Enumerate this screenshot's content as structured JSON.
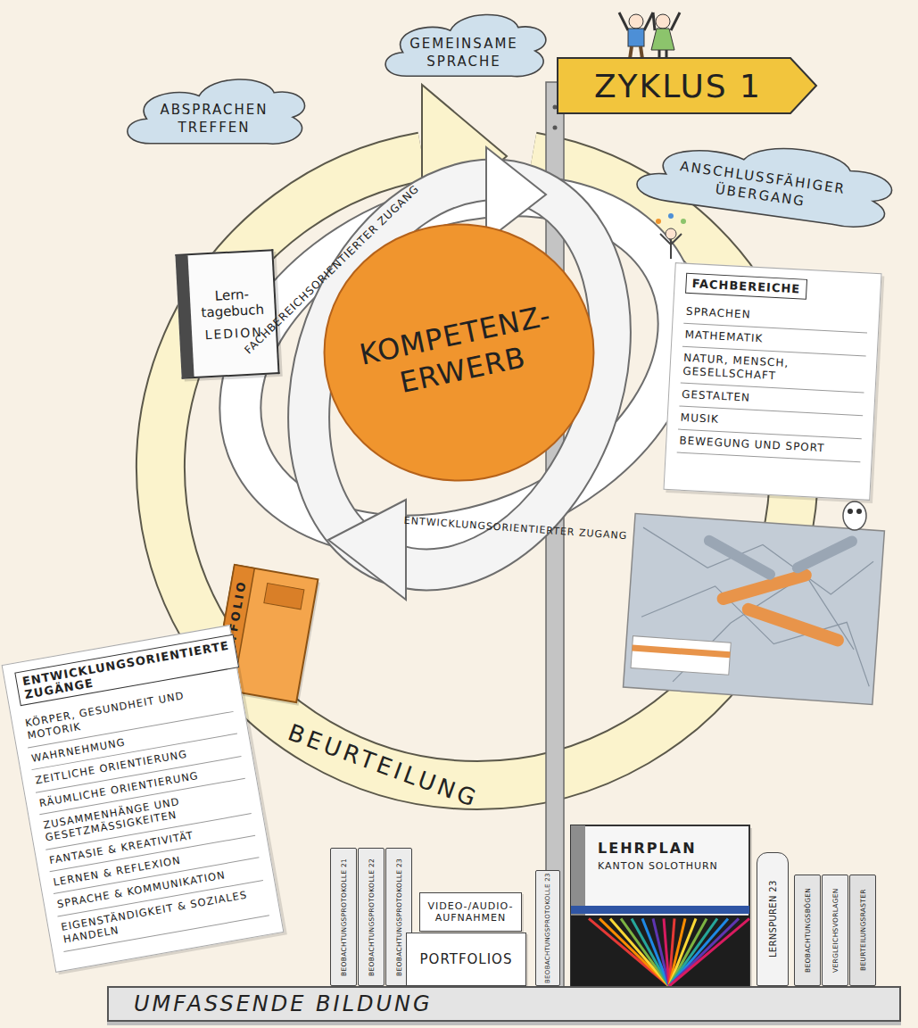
{
  "diagram": {
    "nodes": [
      {
        "text": [
          "GEMEINSAME SPRACHE"
        ]
      },
      {
        "text": [
          "ZYKLUS 1"
        ]
      },
      {
        "text": [
          "ABSPRACHEN TREFFEN"
        ]
      },
      {
        "text": [
          "ANSCHLUSSFÄHIGER ÜBERGANG"
        ]
      },
      {
        "text": [
          "Lern- tagebuch",
          "LEDION"
        ]
      },
      {
        "text": [
          "FACHBEREICHE",
          "SPRACHEN",
          "MATHEMATIK",
          "NATUR, MENSCH, GESELLSCHAFT",
          "GESTALTEN",
          "MUSIK",
          "BEWEGUNG UND SPORT"
        ]
      },
      {
        "text": [
          "KOMPETENZ- ERWERB"
        ]
      },
      {
        "text": [
          "PORTFOLIO"
        ]
      },
      {
        "text": [
          "ENTWICKLUNGSORIENTIERTE ZUGÄNGE",
          "KÖRPER, GESUNDHEIT UND MOTORIK",
          "WAHRNEHMUNG",
          "ZEITLICHE ORIENTIERUNG",
          "RÄUMLICHE ORIENTIERUNG",
          "ZUSAMMENHÄNGE UND GESETZMÄSSIGKEITEN",
          "FANTASIE & KREATIVITÄT",
          "LERNEN & REFLEXION",
          "SPRACHE & KOMMUNIKATION",
          "EIGENSTÄNDIGKEIT & SOZIALES HANDELN"
        ]
      },
      {
        "text": [
          "BEOBACHTUNGSPROTOKOLLE 21"
        ]
      },
      {
        "text": [
          "BEOBACHTUNGSPROTOKOLLE 22"
        ]
      },
      {
        "text": [
          "BEOBACHTUNGSPROTOKOLLE 23"
        ]
      },
      {
        "text": [
          "VIDEO-/AUDIO- AUFNAHMEN"
        ]
      },
      {
        "text": [
          "PORTFOLIOS"
        ]
      },
      {
        "text": [
          "BEOBACHTUNGSPROTOKOLLE 23"
        ]
      },
      {
        "text": [
          "LEHRPLAN",
          "KANTON SOLOTHURN"
        ]
      },
      {
        "text": [
          "LERNSPUREN 23"
        ]
      },
      {
        "text": [
          "BEOBACHTUNGSBÖGEN"
        ]
      },
      {
        "text": [
          "VERGLEICHSVORLAGEN"
        ]
      },
      {
        "text": [
          "BEURTEILUNGSRASTER"
        ]
      },
      {
        "text": [
          "UMFASSENDE BILDUNG"
        ]
      }
    ],
    "labels": [
      "FACHBEREICHSORIENTIERTER ZUGANG",
      "ENTWICKLUNGSORIENTIERTER ZUGANG",
      "BEURTEILUNG"
    ]
  }
}
